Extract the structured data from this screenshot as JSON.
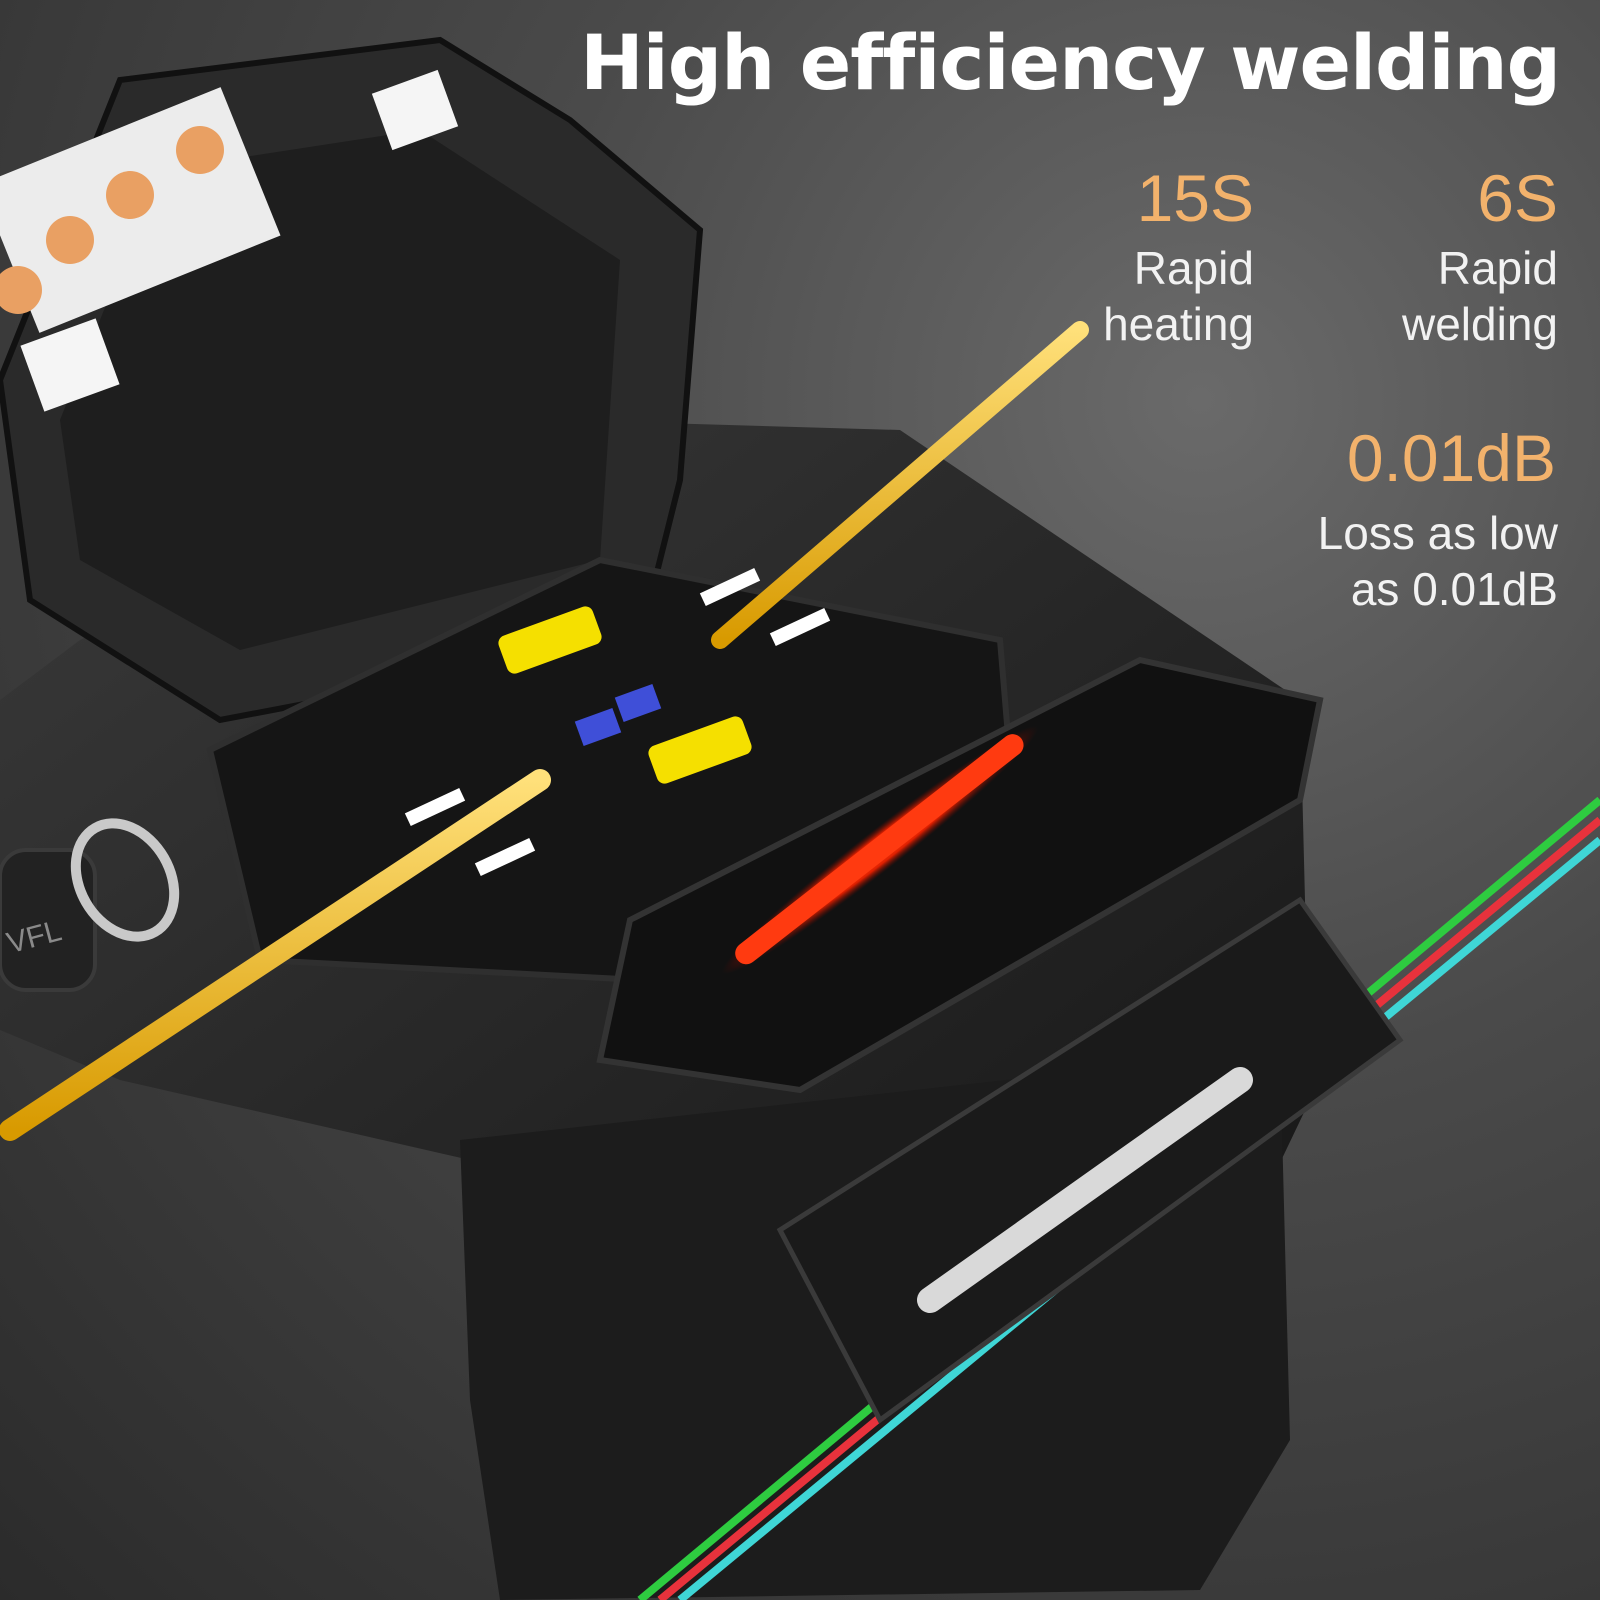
{
  "headline": "High efficiency welding",
  "accent_color": "#f2b26c",
  "stats": [
    {
      "value": "15S",
      "label": "Rapid\nheating"
    },
    {
      "value": "6S",
      "label": "Rapid \nwelding"
    },
    {
      "value": "0.01dB",
      "label": "Loss as low\nas 0.01dB"
    }
  ],
  "device": {
    "side_label": "VFL",
    "fiber_colors": [
      "#2ecc40",
      "#e8323c",
      "#3fd6d6"
    ],
    "fiber_rod_color": "#f2b800",
    "heater_color": "#ff3a10"
  }
}
